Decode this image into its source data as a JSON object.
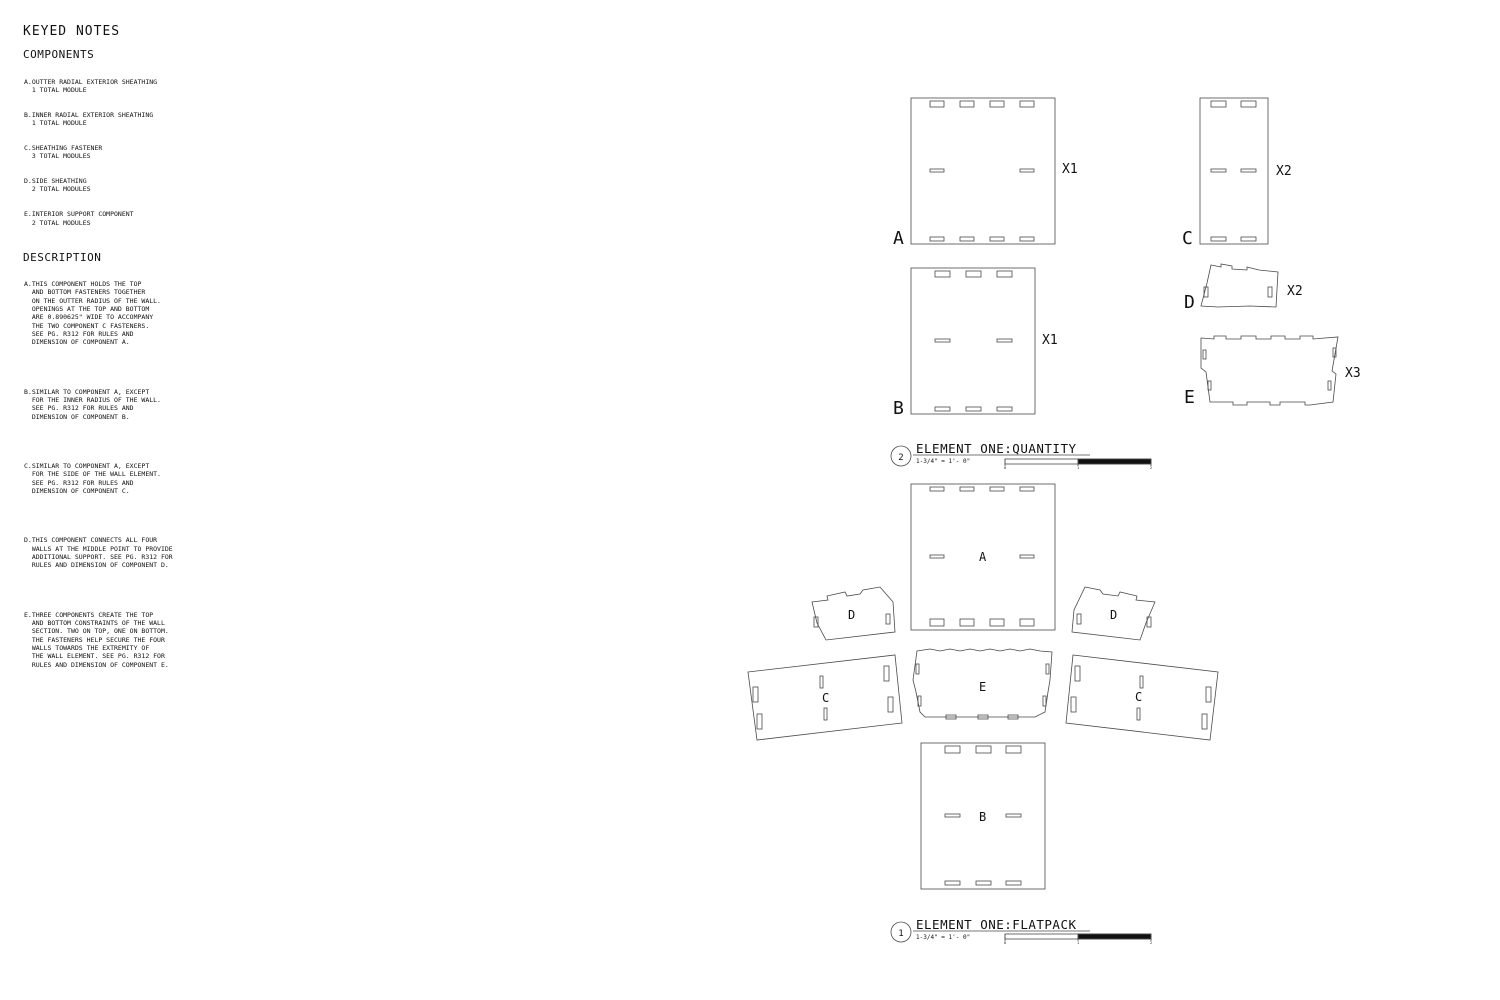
{
  "keyed_notes": {
    "title": "KEYED NOTES",
    "components_heading": "COMPONENTS",
    "components": [
      [
        "A.OUTTER RADIAL EXTERIOR SHEATHING",
        "  1 TOTAL MODULE"
      ],
      [
        "B.INNER RADIAL EXTERIOR SHEATHING",
        "  1 TOTAL MODULE"
      ],
      [
        "C.SHEATHING FASTENER",
        "  3 TOTAL MODULES"
      ],
      [
        "D.SIDE SHEATHING",
        "  2 TOTAL MODULES"
      ],
      [
        "E.INTERIOR SUPPORT COMPONENT",
        "  2 TOTAL MODULES"
      ]
    ],
    "description_heading": "DESCRIPTION",
    "descriptions": [
      [
        "A.THIS COMPONENT HOLDS THE TOP",
        "  AND BOTTOM FASTENERS TOGETHER",
        "  ON THE OUTTER RADIUS OF THE WALL.",
        "  OPENINGS AT THE TOP AND BOTTOM",
        "  ARE 0.890625\" WIDE TO ACCOMPANY",
        "  THE TWO COMPONENT C FASTENERS.",
        "  SEE PG. R312 FOR RULES AND",
        "  DIMENSION OF COMPONENT A."
      ],
      [
        "B.SIMILAR TO COMPONENT A, EXCEPT",
        "  FOR THE INNER RADIUS OF THE WALL.",
        "  SEE PG. R312 FOR RULES AND",
        "  DIMENSION OF COMPONENT B."
      ],
      [
        "C.SIMILAR TO COMPONENT A, EXCEPT",
        "  FOR THE SIDE OF THE WALL ELEMENT.",
        "  SEE PG. R312 FOR RULES AND",
        "  DIMENSION OF COMPONENT C."
      ],
      [
        "D.THIS COMPONENT CONNECTS ALL FOUR",
        "  WALLS AT THE MIDDLE POINT TO PROVIDE",
        "  ADDITIONAL SUPPORT. SEE PG. R312 FOR",
        "  RULES AND DIMENSION OF COMPONENT D."
      ],
      [
        "E.THREE COMPONENTS CREATE THE TOP",
        "  AND BOTTOM CONSTRAINTS OF THE WALL",
        "  SECTION. TWO ON TOP, ONE ON BOTTOM.",
        "  THE FASTENERS HELP SECURE THE FOUR",
        "  WALLS TOWARDS THE EXTREMITY OF",
        "  THE WALL ELEMENT. SEE PG. R312 FOR",
        "  RULES AND DIMENSION OF COMPONENT E."
      ]
    ]
  },
  "quantity_view": {
    "number": "2",
    "title": "ELEMENT ONE:QUANTITY",
    "scale": "1-3/4\" = 1'- 0\"",
    "scale_ticks": [
      "0",
      "1",
      "2"
    ],
    "parts": {
      "A": {
        "letter": "A",
        "qty": "X1"
      },
      "B": {
        "letter": "B",
        "qty": "X1"
      },
      "C": {
        "letter": "C",
        "qty": "X2"
      },
      "D": {
        "letter": "D",
        "qty": "X2"
      },
      "E": {
        "letter": "E",
        "qty": "X3"
      }
    }
  },
  "flatpack_view": {
    "number": "1",
    "title": "ELEMENT ONE:FLATPACK",
    "scale": "1-3/4\" = 1'- 0\"",
    "scale_ticks": [
      "0",
      "1",
      "2"
    ],
    "labels": {
      "A": "A",
      "B": "B",
      "C_left": "C",
      "C_right": "C",
      "D_left": "D",
      "D_right": "D",
      "E": "E"
    }
  },
  "colors": {
    "line": "#4a4a4a",
    "text": "#111111",
    "background": "#ffffff"
  }
}
